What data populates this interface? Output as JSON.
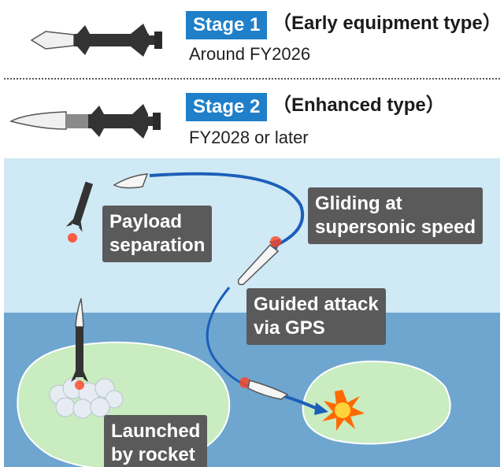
{
  "stages": [
    {
      "badge": "Stage 1",
      "type": "（Early equipment type）",
      "date": "Around FY2026"
    },
    {
      "badge": "Stage 2",
      "type": "（Enhanced type）",
      "date": "FY2028 or later"
    }
  ],
  "callouts": {
    "payload": [
      "Payload",
      "separation"
    ],
    "gliding": [
      "Gliding at",
      "supersonic speed"
    ],
    "guided": [
      "Guided attack",
      "via GPS"
    ],
    "launched": [
      "Launched",
      "by rocket"
    ]
  },
  "colors": {
    "badge_blue": "#1f7fc9",
    "sky": "#cfe9f5",
    "sea": "#6fa6cf",
    "island": "#c9ecc0",
    "trajectory": "#1d5fb8",
    "callout_bg": "#5a5a5a",
    "missile_body": "#3a3a3a",
    "flash_red": "#ff4422",
    "impact_orange": "#ff6a00"
  },
  "icons": {
    "stage1_missile": "missile-wedge-warhead-icon",
    "stage2_missile": "missile-glide-warhead-icon",
    "rocket": "rocket-icon",
    "glider": "glide-vehicle-icon",
    "impact": "explosion-icon"
  }
}
